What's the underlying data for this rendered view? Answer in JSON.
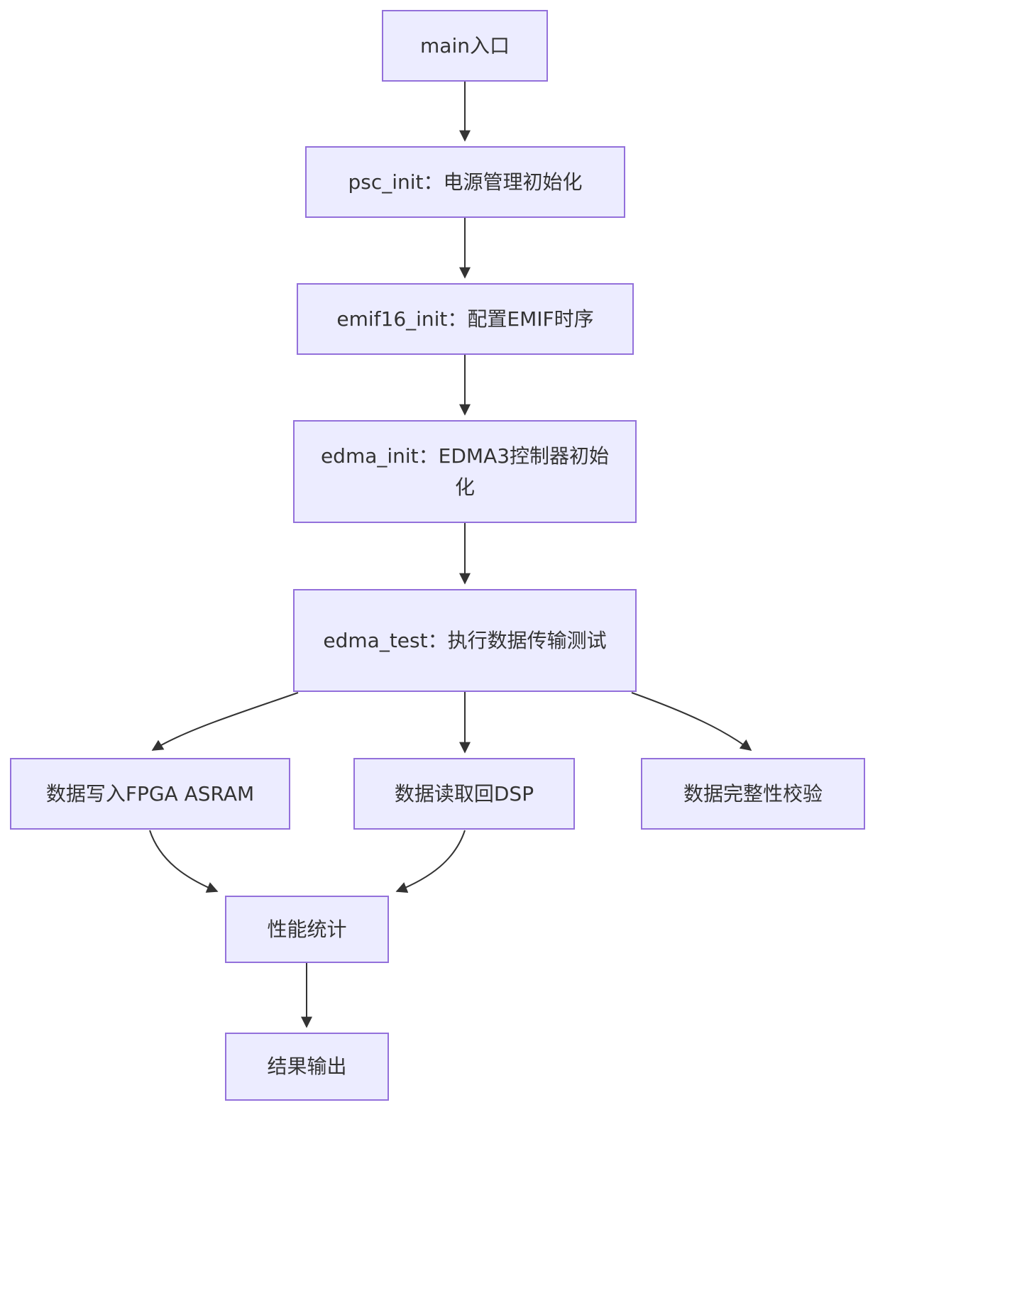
{
  "diagram": {
    "title": "EDMA test flowchart",
    "colors": {
      "node_fill": "#ECECFF",
      "node_border": "#9370DB",
      "text": "#333333",
      "arrow": "#333333"
    },
    "nodes": {
      "main": {
        "label": "main入口"
      },
      "psc": {
        "label": "psc_init：电源管理初始化"
      },
      "emif": {
        "label": "emif16_init：配置EMIF时序"
      },
      "edma_init": {
        "label": "edma_init：EDMA3控制器初始化"
      },
      "edma_test": {
        "label": "edma_test：执行数据传输测试"
      },
      "write": {
        "label": "数据写入FPGA ASRAM"
      },
      "read": {
        "label": "数据读取回DSP"
      },
      "verify": {
        "label": "数据完整性校验"
      },
      "perf": {
        "label": "性能统计"
      },
      "output": {
        "label": "结果输出"
      }
    },
    "edges": [
      {
        "from": "main",
        "to": "psc"
      },
      {
        "from": "psc",
        "to": "emif"
      },
      {
        "from": "emif",
        "to": "edma_init"
      },
      {
        "from": "edma_init",
        "to": "edma_test"
      },
      {
        "from": "edma_test",
        "to": "write"
      },
      {
        "from": "edma_test",
        "to": "read"
      },
      {
        "from": "edma_test",
        "to": "verify"
      },
      {
        "from": "write",
        "to": "perf"
      },
      {
        "from": "read",
        "to": "perf"
      },
      {
        "from": "perf",
        "to": "output"
      }
    ]
  }
}
